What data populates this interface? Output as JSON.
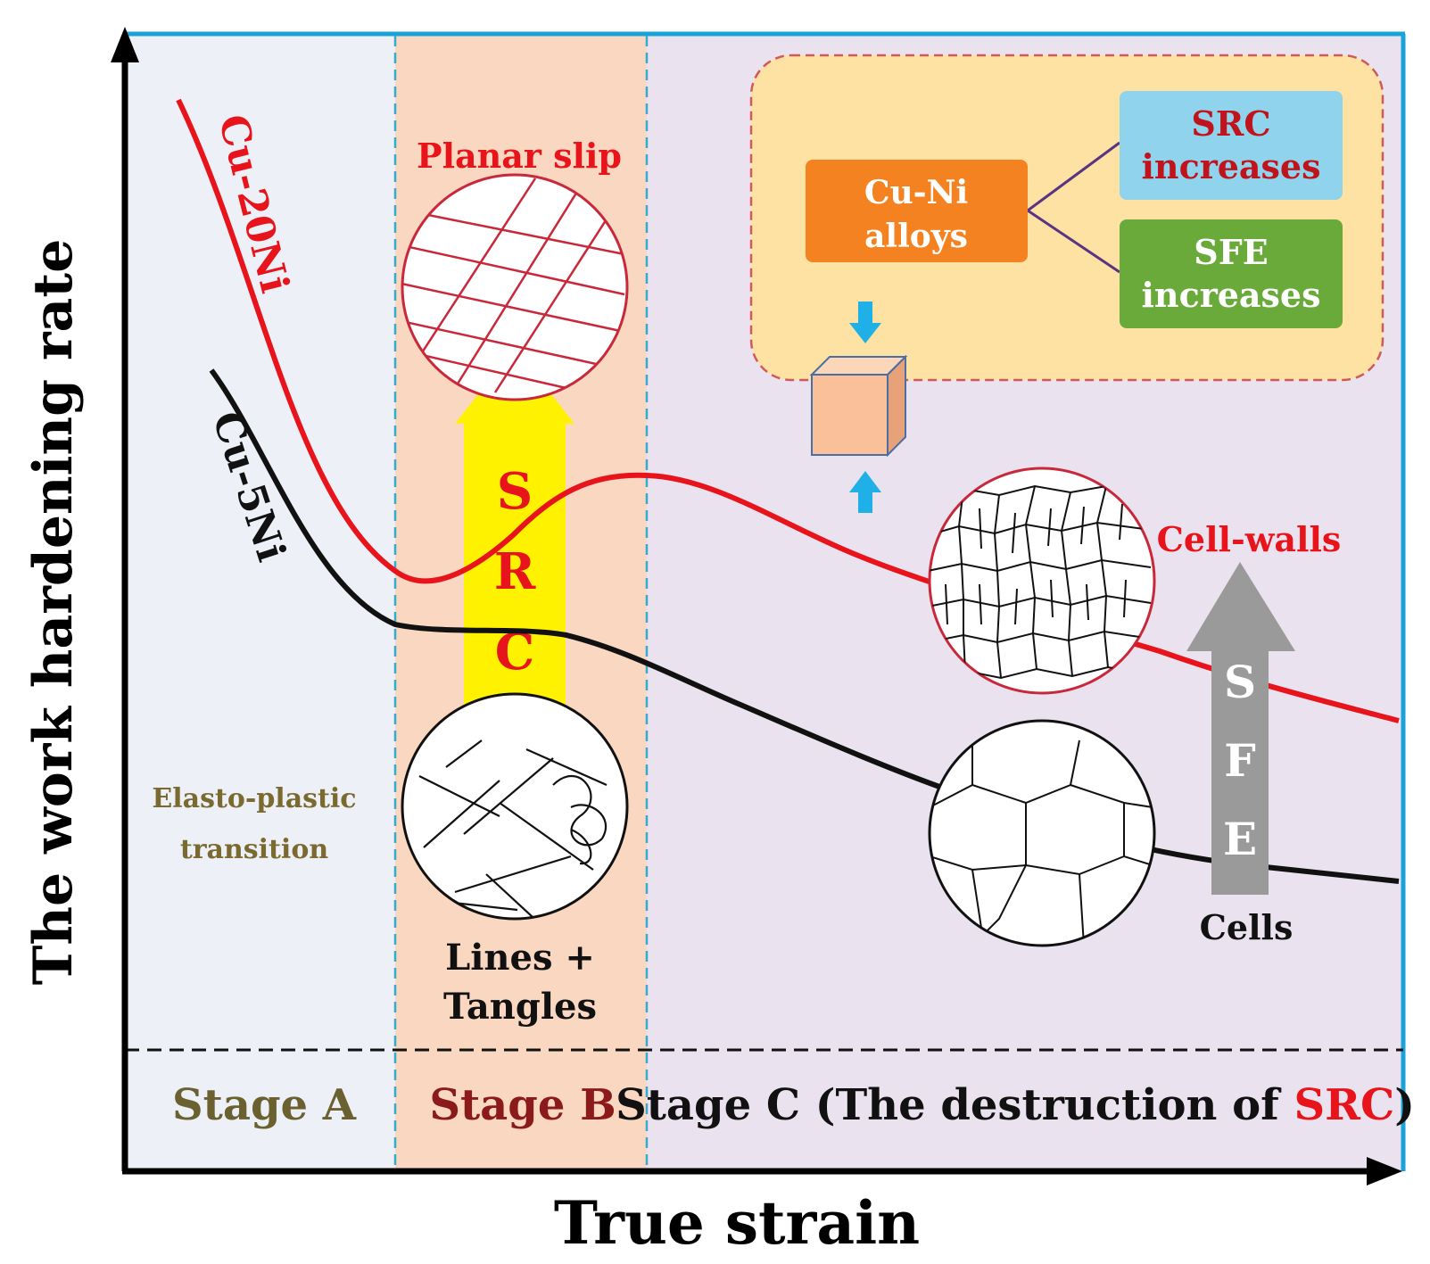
{
  "axes": {
    "y_label": "The work hardening rate",
    "x_label": "True strain"
  },
  "stages": {
    "a": {
      "label": "Stage A",
      "color": "#6b6030",
      "bg": "#edf1f7"
    },
    "b": {
      "label": "Stage B",
      "color": "#8b1a1a",
      "bg": "#f9d7c0"
    },
    "c": {
      "prefix": "Stage C (The destruction of ",
      "highlight": "SRC",
      "suffix": ")",
      "bg": "#eae3ef"
    }
  },
  "curves": {
    "cu20ni": {
      "label": "Cu-20Ni",
      "color": "#e8141c"
    },
    "cu5ni": {
      "label": "Cu-5Ni",
      "color": "#111111"
    }
  },
  "annotations": {
    "transition_line1": "Elasto-plastic",
    "transition_line2": "transition",
    "planar_slip": "Planar  slip",
    "lines_tangles_line1": "Lines +",
    "lines_tangles_line2": "Tangles",
    "cell_walls": "Cell-walls",
    "cells": "Cells"
  },
  "arrows": {
    "src": {
      "letters": [
        "S",
        "R",
        "C"
      ],
      "fill": "#fff200",
      "text_color": "#e8141c"
    },
    "sfe": {
      "letters": [
        "S",
        "F",
        "E"
      ],
      "fill": "#9a9a9a",
      "text_color": "#ffffff"
    }
  },
  "inset": {
    "alloy_line1": "Cu-Ni",
    "alloy_line2": "alloys",
    "src_line1": "SRC",
    "src_line2": "increases",
    "sfe_line1": "SFE",
    "sfe_line2": "increases",
    "colors": {
      "panel": "#fde2a4",
      "alloy": "#f58220",
      "src_box": "#8fd3ec",
      "sfe_box": "#6aaa3a",
      "cube": "#f9c09a",
      "arrow": "#1fb0e8"
    }
  }
}
